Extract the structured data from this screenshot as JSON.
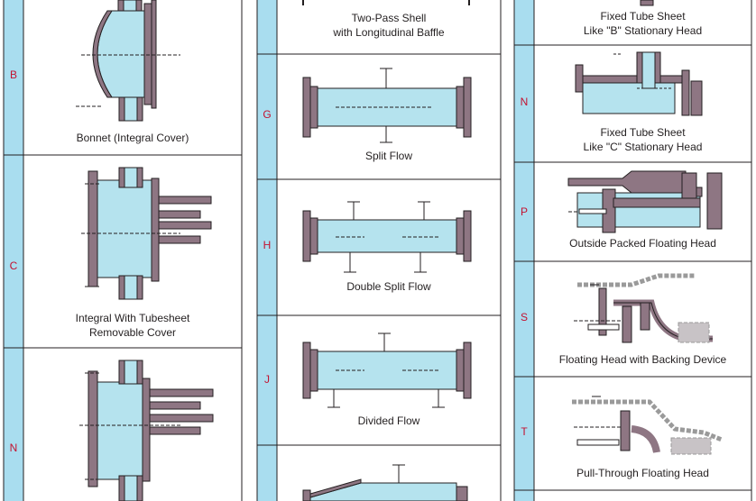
{
  "colors": {
    "letter_column": "#a9ddef",
    "fluid": "#b5e3ee",
    "metal": "#8e7683",
    "letter_text": "#c41230",
    "label_text": "#231f20",
    "grid_line": "#231f20",
    "gray_part": "#c8c3c6"
  },
  "front_head": {
    "rows": [
      {
        "letter": "B",
        "label_lines": [
          "Bonnet (Integral Cover)"
        ]
      },
      {
        "letter": "C",
        "label_lines": [
          "Integral With Tubesheet",
          "Removable Cover"
        ]
      },
      {
        "letter": "N",
        "label_lines": []
      }
    ]
  },
  "shell": {
    "rows": [
      {
        "letter": "",
        "label_lines": [
          "Two-Pass Shell",
          "with Longitudinal Baffle"
        ]
      },
      {
        "letter": "G",
        "label_lines": [
          "Split Flow"
        ]
      },
      {
        "letter": "H",
        "label_lines": [
          "Double Split Flow"
        ]
      },
      {
        "letter": "J",
        "label_lines": [
          "Divided Flow"
        ]
      },
      {
        "letter": "",
        "label_lines": []
      }
    ]
  },
  "rear_head": {
    "rows": [
      {
        "letter": "",
        "label_lines": [
          "Fixed Tube Sheet",
          "Like \"B\" Stationary Head"
        ]
      },
      {
        "letter": "N",
        "label_lines": [
          "Fixed Tube Sheet",
          "Like \"C\" Stationary Head"
        ]
      },
      {
        "letter": "P",
        "label_lines": [
          "Outside Packed Floating Head"
        ]
      },
      {
        "letter": "S",
        "label_lines": [
          "Floating Head with Backing Device"
        ]
      },
      {
        "letter": "T",
        "label_lines": [
          "Pull-Through Floating Head"
        ]
      }
    ]
  }
}
